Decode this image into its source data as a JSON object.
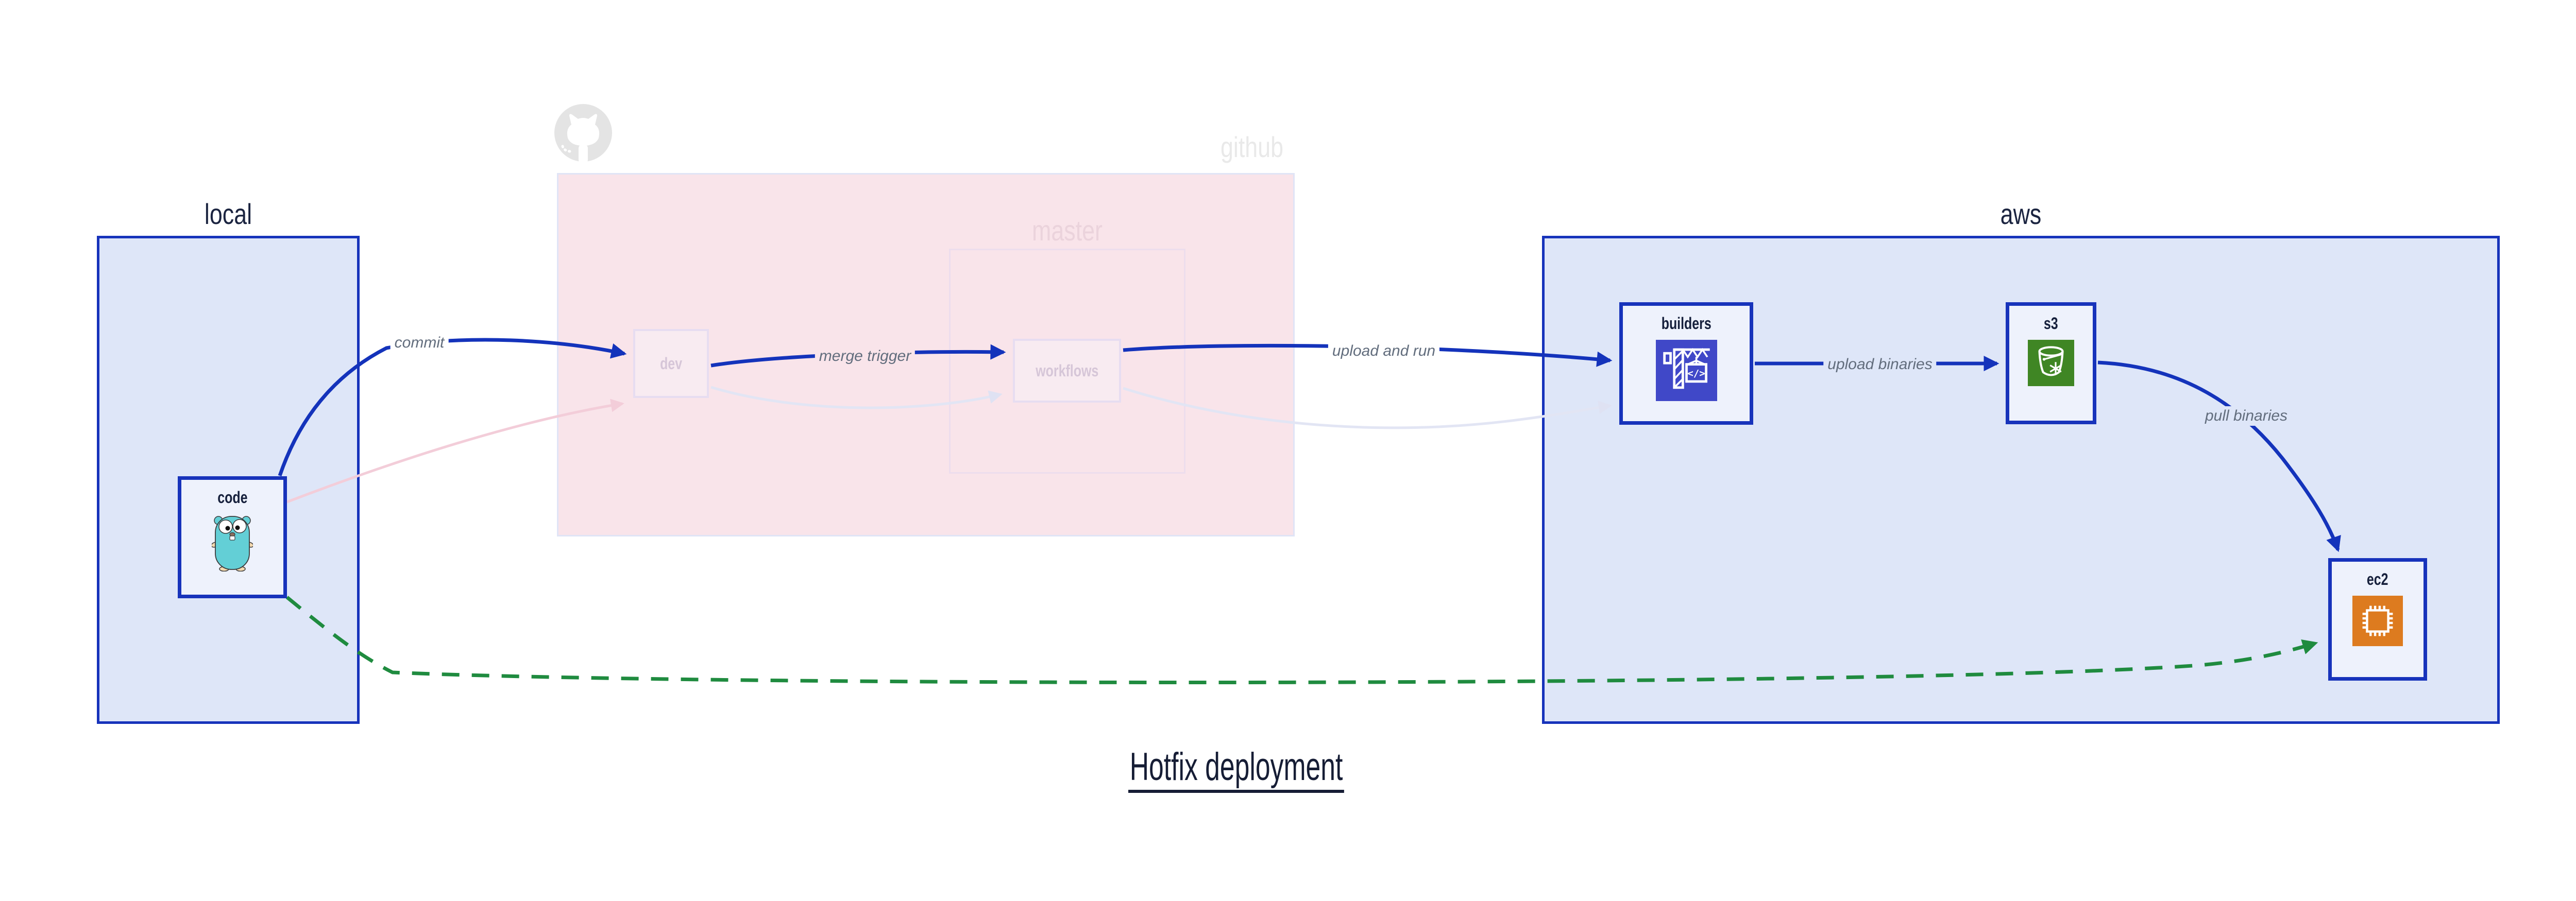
{
  "title": {
    "text": "Hotfix deployment"
  },
  "clusters": {
    "local": {
      "label": "local"
    },
    "github": {
      "label": "github"
    },
    "master": {
      "label": "master"
    },
    "aws": {
      "label": "aws"
    }
  },
  "nodes": {
    "code": {
      "label": "code",
      "icon": "gopher-icon",
      "state": "active"
    },
    "dev": {
      "label": "dev",
      "icon": null,
      "state": "faded"
    },
    "workflows": {
      "label": "workflows",
      "icon": null,
      "state": "faded"
    },
    "builders": {
      "label": "builders",
      "icon": "codebuild-crane-icon",
      "state": "active"
    },
    "s3": {
      "label": "s3",
      "icon": "s3-bucket-icon",
      "state": "active"
    },
    "ec2": {
      "label": "ec2",
      "icon": "ec2-chip-icon",
      "state": "active"
    }
  },
  "edges": {
    "commit": {
      "label": "commit",
      "from": "code",
      "to": "dev",
      "style": "solid-blue"
    },
    "merge_trigger": {
      "label": "merge trigger",
      "from": "dev",
      "to": "workflows",
      "style": "solid-blue"
    },
    "upload_and_run": {
      "label": "upload and run",
      "from": "workflows",
      "to": "builders",
      "style": "solid-blue"
    },
    "upload_binaries": {
      "label": "upload binaries",
      "from": "builders",
      "to": "s3",
      "style": "solid-blue"
    },
    "pull_binaries": {
      "label": "pull binaries",
      "from": "s3",
      "to": "ec2",
      "style": "solid-blue"
    },
    "code_to_dev_faded": {
      "label": "",
      "from": "code",
      "to": "dev",
      "style": "faded-pink"
    },
    "dev_to_workflows_faded": {
      "label": "",
      "from": "dev",
      "to": "workflows",
      "style": "faded-lavender"
    },
    "workflows_to_builders_faded": {
      "label": "",
      "from": "workflows",
      "to": "builders",
      "style": "faded-lavender"
    },
    "hotfix_deploy": {
      "label": "",
      "from": "code",
      "to": "ec2",
      "style": "green-dashed"
    }
  },
  "colors": {
    "active_border": "#1733bb",
    "active_edge": "#1433bb",
    "cluster_fill": "#dee6f8",
    "node_fill": "#eef2fc",
    "github_fill": "#f9e4ea",
    "faded_border": "#e7ddf1",
    "faded_lavender_edge": "#e2e5f4",
    "faded_pink_edge": "#f3cdd9",
    "hotfix_green": "#1f8b3f",
    "label_navy": "#1b2440",
    "edge_label_gray": "#626d7d",
    "codebuild_icon_bg": "#4048c8",
    "s3_icon_bg": "#3f8624",
    "ec2_icon_bg": "#dd7b1f",
    "gopher_teal": "#63cfd6"
  }
}
